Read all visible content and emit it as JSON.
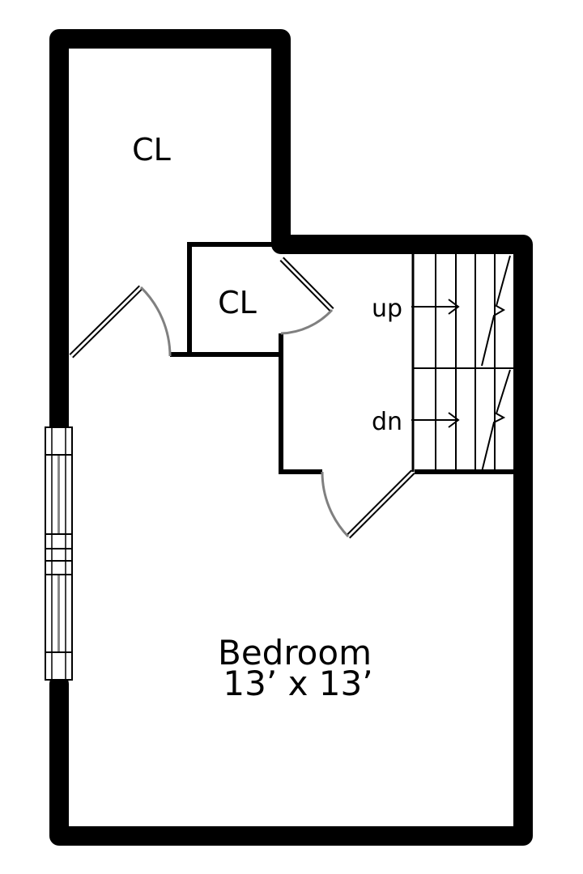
{
  "floor_plan": {
    "rooms": {
      "closet_large": {
        "label": "CL"
      },
      "closet_small": {
        "label": "CL"
      },
      "bedroom": {
        "label": "Bedroom",
        "dimensions": "13’ x 13’"
      }
    },
    "stairs": {
      "up_label": "up",
      "down_label": "dn"
    },
    "colors": {
      "wall": "#000000",
      "door_swing": "#808080",
      "background": "#ffffff"
    }
  }
}
